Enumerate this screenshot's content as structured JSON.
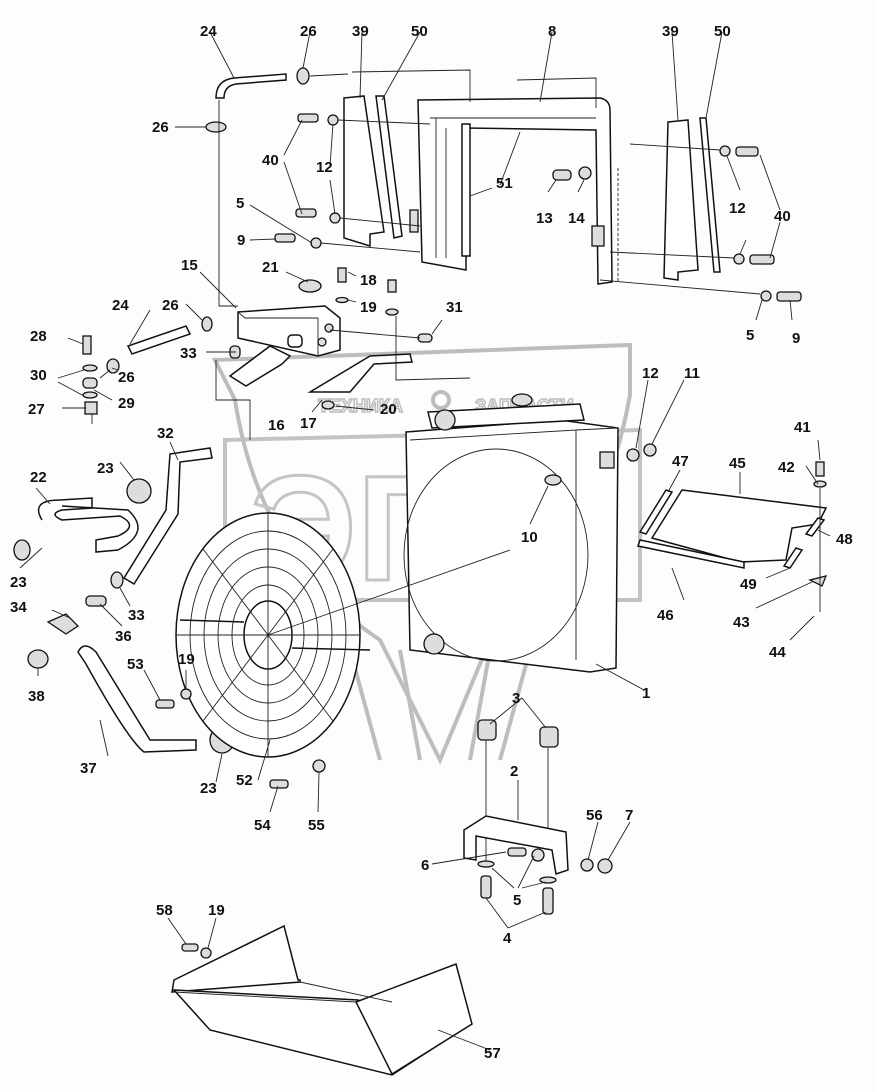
{
  "diagram": {
    "title": "Radiator and fan assembly — exploded parts view",
    "watermark": {
      "logo_text": "ЭПФ",
      "caption_left": "ТЕХНИКА",
      "caption_right": "ЗАПЧАСТИ"
    },
    "callouts": [
      {
        "id": "c24a",
        "label": "24"
      },
      {
        "id": "c26a",
        "label": "26"
      },
      {
        "id": "c39a",
        "label": "39"
      },
      {
        "id": "c50a",
        "label": "50"
      },
      {
        "id": "c8",
        "label": "8"
      },
      {
        "id": "c39b",
        "label": "39"
      },
      {
        "id": "c50b",
        "label": "50"
      },
      {
        "id": "c26b",
        "label": "26"
      },
      {
        "id": "c40a",
        "label": "40"
      },
      {
        "id": "c12a",
        "label": "12"
      },
      {
        "id": "c51",
        "label": "51"
      },
      {
        "id": "c13",
        "label": "13"
      },
      {
        "id": "c14",
        "label": "14"
      },
      {
        "id": "c12b",
        "label": "12"
      },
      {
        "id": "c40b",
        "label": "40"
      },
      {
        "id": "c5a",
        "label": "5"
      },
      {
        "id": "c9a",
        "label": "9"
      },
      {
        "id": "c15",
        "label": "15"
      },
      {
        "id": "c21",
        "label": "21"
      },
      {
        "id": "c18",
        "label": "18"
      },
      {
        "id": "c19a",
        "label": "19"
      },
      {
        "id": "c24b",
        "label": "24"
      },
      {
        "id": "c26c",
        "label": "26"
      },
      {
        "id": "c31",
        "label": "31"
      },
      {
        "id": "c5b",
        "label": "5"
      },
      {
        "id": "c9b",
        "label": "9"
      },
      {
        "id": "c28",
        "label": "28"
      },
      {
        "id": "c33a",
        "label": "33"
      },
      {
        "id": "c26d",
        "label": "26"
      },
      {
        "id": "c30",
        "label": "30"
      },
      {
        "id": "c29",
        "label": "29"
      },
      {
        "id": "c27",
        "label": "27"
      },
      {
        "id": "c20",
        "label": "20"
      },
      {
        "id": "c16",
        "label": "16"
      },
      {
        "id": "c17",
        "label": "17"
      },
      {
        "id": "c12c",
        "label": "12"
      },
      {
        "id": "c11",
        "label": "11"
      },
      {
        "id": "c32",
        "label": "32"
      },
      {
        "id": "c41",
        "label": "41"
      },
      {
        "id": "c23a",
        "label": "23"
      },
      {
        "id": "c42",
        "label": "42"
      },
      {
        "id": "c47",
        "label": "47"
      },
      {
        "id": "c45",
        "label": "45"
      },
      {
        "id": "c22",
        "label": "22"
      },
      {
        "id": "c10",
        "label": "10"
      },
      {
        "id": "c48",
        "label": "48"
      },
      {
        "id": "c23b",
        "label": "23"
      },
      {
        "id": "c49",
        "label": "49"
      },
      {
        "id": "c34",
        "label": "34"
      },
      {
        "id": "c33b",
        "label": "33"
      },
      {
        "id": "c46",
        "label": "46"
      },
      {
        "id": "c36",
        "label": "36"
      },
      {
        "id": "c43",
        "label": "43"
      },
      {
        "id": "c44",
        "label": "44"
      },
      {
        "id": "c38",
        "label": "38"
      },
      {
        "id": "c53",
        "label": "53"
      },
      {
        "id": "c19b",
        "label": "19"
      },
      {
        "id": "c1",
        "label": "1"
      },
      {
        "id": "c3",
        "label": "3"
      },
      {
        "id": "c37",
        "label": "37"
      },
      {
        "id": "c23c",
        "label": "23"
      },
      {
        "id": "c52",
        "label": "52"
      },
      {
        "id": "c2",
        "label": "2"
      },
      {
        "id": "c54",
        "label": "54"
      },
      {
        "id": "c55",
        "label": "55"
      },
      {
        "id": "c56",
        "label": "56"
      },
      {
        "id": "c7",
        "label": "7"
      },
      {
        "id": "c6",
        "label": "6"
      },
      {
        "id": "c5c",
        "label": "5"
      },
      {
        "id": "c4",
        "label": "4"
      },
      {
        "id": "c58",
        "label": "58"
      },
      {
        "id": "c19c",
        "label": "19"
      },
      {
        "id": "c57",
        "label": "57"
      }
    ]
  }
}
